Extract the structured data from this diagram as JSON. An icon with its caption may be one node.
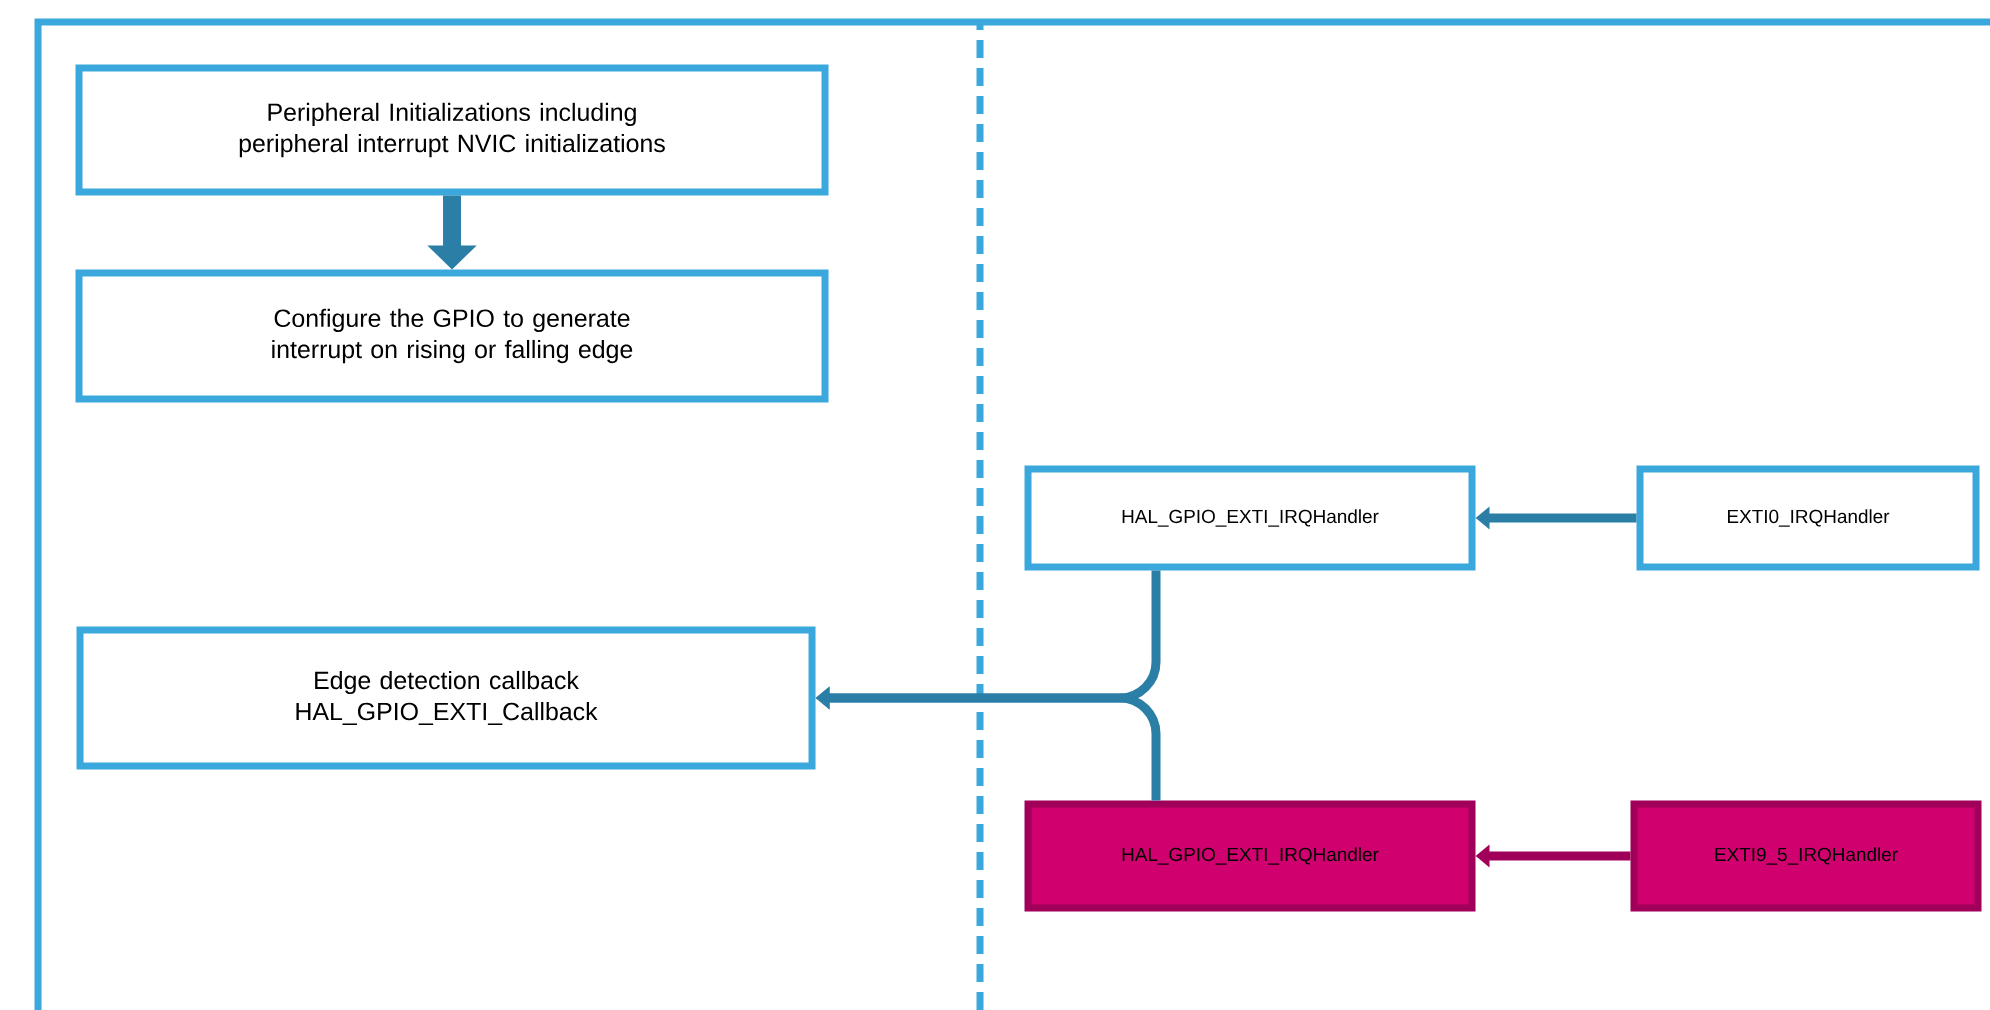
{
  "diagram": {
    "nodes": [
      {
        "text": [
          "Peripheral Initializations including peripheral interrupt NVIC initializations"
        ]
      },
      {
        "text": [
          "Configure the GPIO to generate interrupt on rising or falling edge"
        ]
      },
      {
        "text": [
          "Edge detection callback",
          "HAL_GPIO_EXTI_Callback"
        ]
      },
      {
        "text": [
          "HAL_GPIO_EXTI_IRQHandler"
        ]
      },
      {
        "text": [
          "EXTI0_IRQHandler"
        ]
      },
      {
        "text": [
          "HAL_GPIO_EXTI_IRQHandler"
        ]
      },
      {
        "text": [
          "EXTI9_5_IRQHandler"
        ]
      }
    ],
    "edges": [
      {
        "from": 0,
        "to": 1,
        "arrow": "to",
        "style": "thick"
      },
      {
        "from": 4,
        "to": 3,
        "arrow": "to"
      },
      {
        "from": 3,
        "to": 2,
        "arrow": "to"
      },
      {
        "from": 5,
        "to": 2,
        "arrow": "to"
      },
      {
        "from": 6,
        "to": 5,
        "arrow": "to",
        "color": "#a0005a"
      }
    ]
  }
}
